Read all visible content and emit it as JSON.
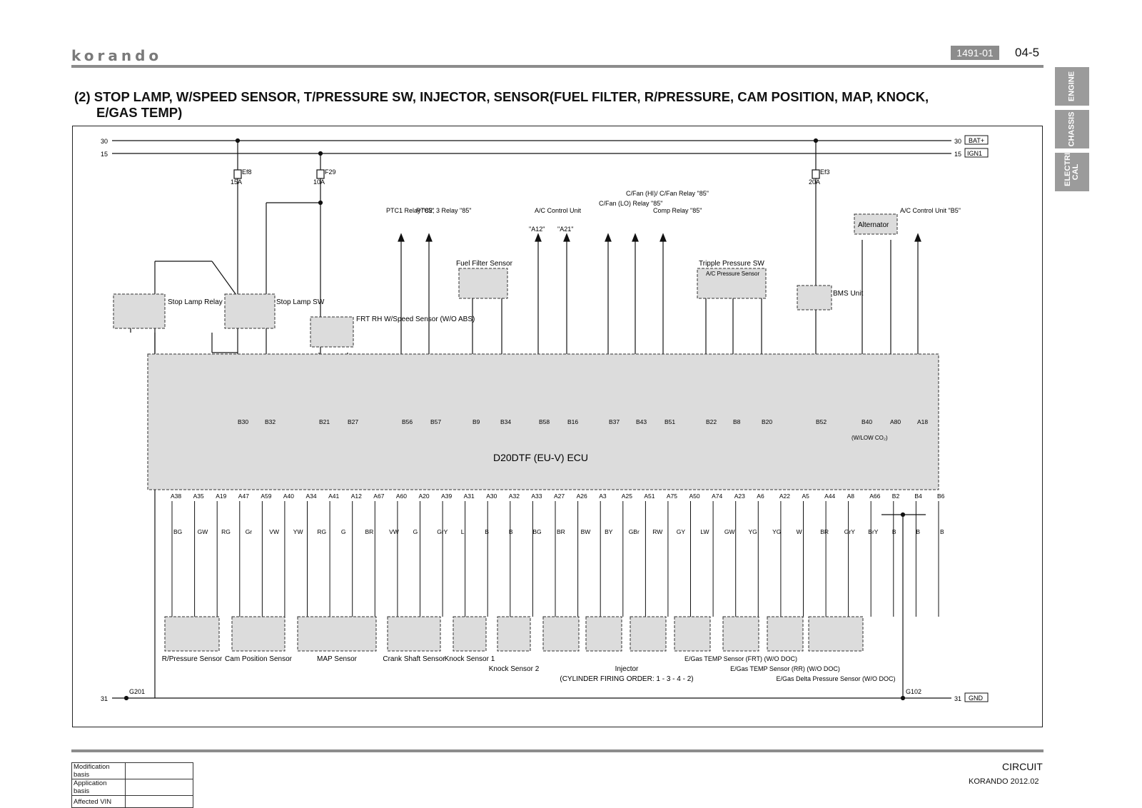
{
  "header": {
    "brand": "korando",
    "doc_code": "1491-01",
    "page": "04-5"
  },
  "side_tabs": [
    {
      "label": "ENGINE"
    },
    {
      "label": "CHASSIS"
    },
    {
      "label": "ELECTRI CAL"
    }
  ],
  "title": {
    "line1": "(2) STOP LAMP, W/SPEED SENSOR, T/PRESSURE SW, INJECTOR, SENSOR(FUEL FILTER, R/PRESSURE, CAM POSITION, MAP, KNOCK,",
    "line2": "E/GAS TEMP)"
  },
  "rails": {
    "bat_num": "30",
    "bat_label": "BAT+",
    "ign_num": "15",
    "ign_label": "IGN1",
    "gnd_num": "31",
    "gnd_label": "GND"
  },
  "fuses": [
    {
      "name": "Ef8",
      "rating": "15A"
    },
    {
      "name": "F29",
      "rating": "10A"
    },
    {
      "name": "Ef3",
      "rating": "20A"
    }
  ],
  "ecu": {
    "label": "D20DTF (EU-V) ECU"
  },
  "top_pins": [
    "B30",
    "B32",
    "B21",
    "B27",
    "B56",
    "B57",
    "B9",
    "B34",
    "B58",
    "B16",
    "B37",
    "B43",
    "B51",
    "B22",
    "B8",
    "B20",
    "B52",
    "B40",
    "A80",
    "A18"
  ],
  "bottom_pins": [
    "A38",
    "A35",
    "A19",
    "A47",
    "A59",
    "A40",
    "A34",
    "A41",
    "A12",
    "A67",
    "A60",
    "A20",
    "A39",
    "A31",
    "A30",
    "A32",
    "A33",
    "A27",
    "A26",
    "A3",
    "A25",
    "A51",
    "A75",
    "A50",
    "A74",
    "A23",
    "A6",
    "A22",
    "A5",
    "A44",
    "A8",
    "A66",
    "B2",
    "B4",
    "B6"
  ],
  "bottom_wires": [
    "BG",
    "GW",
    "RG",
    "Gr",
    "VW",
    "YW",
    "RG",
    "G",
    "BR",
    "VW",
    "G",
    "GrY",
    "L",
    "B",
    "B",
    "BG",
    "BR",
    "BW",
    "BY",
    "GBr",
    "RW",
    "GY",
    "LW",
    "GW",
    "YG",
    "YG",
    "W",
    "BR",
    "GrY",
    "BrY",
    "B",
    "B",
    "B"
  ],
  "top_components": {
    "stop_lamp_relay": "Stop Lamp Relay",
    "stop_lamp_sw": "Stop Lamp SW",
    "frt_rh_sensor": "FRT RH W/Speed Sensor (W/O ABS)",
    "ptc1": "PTC1 Relay \"85\"",
    "ptc23": "PTC2, 3 Relay \"85\"",
    "fuel_filter": "Fuel Filter Sensor",
    "ac_control": "A/C Control Unit",
    "ac_a12": "\"A12\"",
    "ac_a21": "\"A21\"",
    "cfan_lo": "C/Fan (LO) Relay \"85\"",
    "cfan_hi": "C/Fan (HI)/ C/Fan Relay \"85\"",
    "comp_relay": "Comp Relay \"85\"",
    "tripple": "Tripple Pressure SW",
    "ac_pressure": "A/C Pressure Sensor",
    "bms": "BMS Unit",
    "alternator": "Alternator",
    "ac_control2": "A/C Control Unit \"B5\"",
    "w_low_co2": "(W/LOW CO₂)"
  },
  "bottom_components": [
    {
      "label": "R/Pressure Sensor"
    },
    {
      "label": "Cam Position Sensor"
    },
    {
      "label": "MAP Sensor"
    },
    {
      "label": "Crank Shaft Sensor"
    },
    {
      "label": "Knock Sensor 1"
    },
    {
      "label": "Knock Sensor 2"
    },
    {
      "label": "Injector"
    },
    {
      "label": "(CYLINDER  FIRING ORDER: 1 - 3 - 4 - 2)"
    },
    {
      "label": "E/Gas TEMP Sensor (FRT) (W/O DOC)"
    },
    {
      "label": "E/Gas TEMP Sensor (RR) (W/O DOC)"
    },
    {
      "label": "E/Gas Delta Pressure Sensor (W/O DOC)"
    }
  ],
  "grounds": {
    "left": "G201",
    "right": "G102"
  },
  "footer": {
    "rows": [
      {
        "label": "Modification basis"
      },
      {
        "label": "Application basis"
      },
      {
        "label": "Affected VIN"
      }
    ],
    "section": "CIRCUIT",
    "model": "KORANDO 2012.02"
  }
}
